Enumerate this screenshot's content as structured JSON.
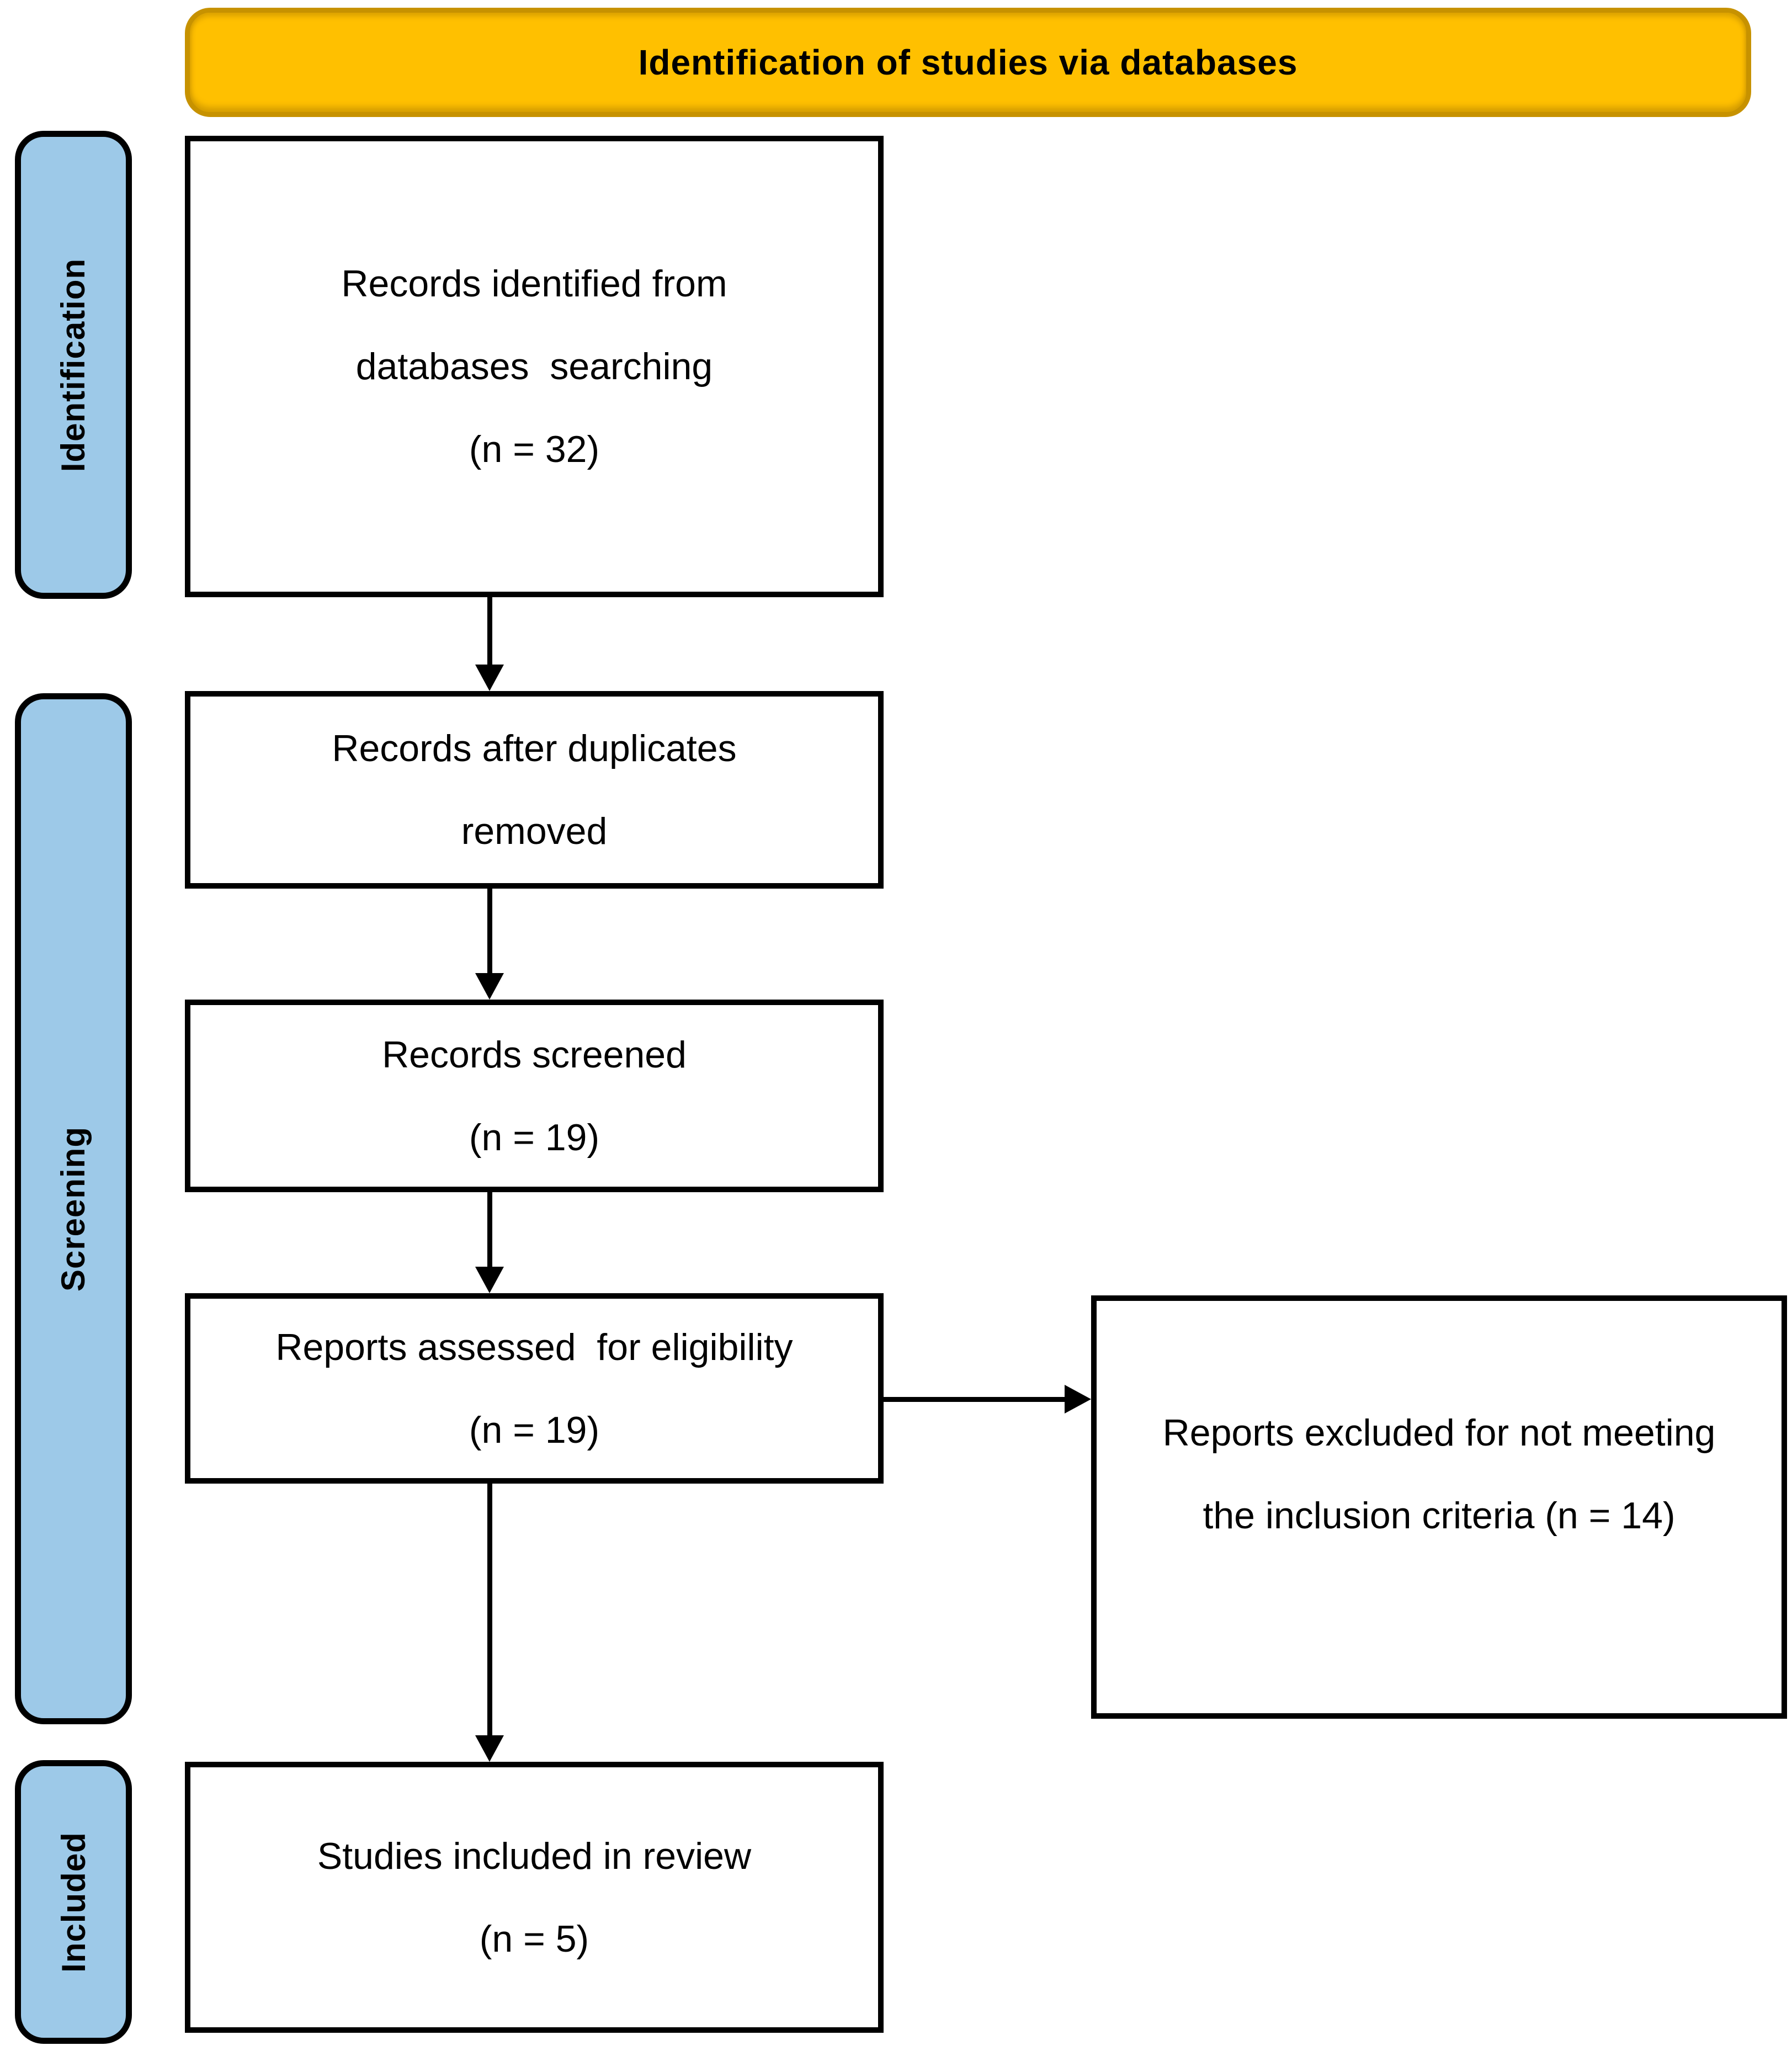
{
  "banner": {
    "label": "Identification of studies via databases"
  },
  "sidebar_stages": [
    {
      "id": "identification",
      "label": "Identification"
    },
    {
      "id": "screening",
      "label": "Screening"
    },
    {
      "id": "included",
      "label": "Included"
    }
  ],
  "flow": {
    "records_identified": {
      "lines": [
        "Records identified from",
        "databases  searching",
        "(n = 32)"
      ]
    },
    "duplicates_removed": {
      "lines": [
        "Records after duplicates",
        "removed"
      ]
    },
    "records_screened": {
      "lines": [
        "Records screened",
        "(n = 19)"
      ]
    },
    "reports_assessed": {
      "lines": [
        "Reports assessed  for eligibility",
        "(n = 19)"
      ]
    },
    "reports_excluded": {
      "lines": [
        "Reports excluded for not meeting",
        "the inclusion criteria (n = 14)"
      ]
    },
    "studies_included": {
      "lines": [
        "Studies included in review",
        "(n = 5)"
      ]
    }
  },
  "colors": {
    "banner_fill": "#FFC000",
    "banner_border": "#C79200",
    "stage_fill": "#9DC9E8",
    "stage_border": "#000000",
    "box_fill": "#FFFFFF",
    "box_border": "#000000",
    "arrow": "#000000",
    "text": "#000000"
  }
}
